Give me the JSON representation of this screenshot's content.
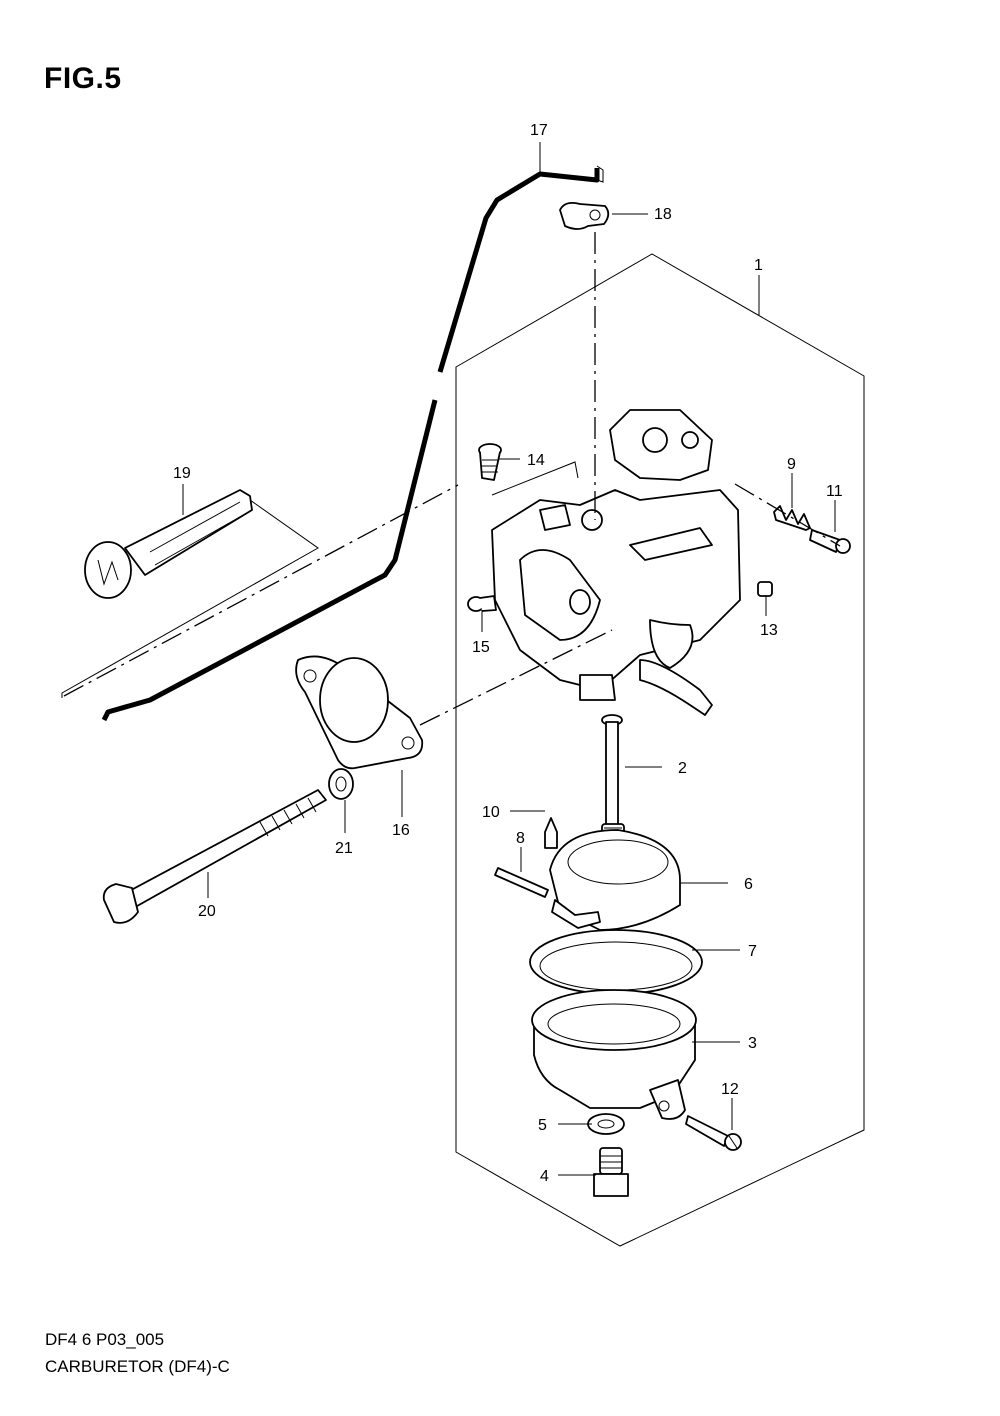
{
  "figure": {
    "title": "FIG.5",
    "code": "DF4 6 P03_005",
    "name": "CARBURETOR (DF4)-C"
  },
  "callouts": {
    "p1": "1",
    "p2": "2",
    "p3": "3",
    "p4": "4",
    "p5": "5",
    "p6": "6",
    "p7": "7",
    "p8": "8",
    "p9": "9",
    "p10": "10",
    "p11": "11",
    "p12": "12",
    "p13": "13",
    "p14": "14",
    "p15": "15",
    "p16": "16",
    "p17": "17",
    "p18": "18",
    "p19": "19",
    "p20": "20",
    "p21": "21"
  }
}
